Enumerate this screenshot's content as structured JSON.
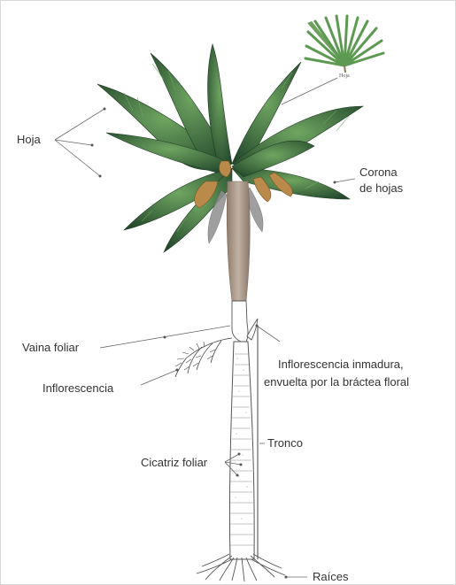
{
  "diagram": {
    "labels": {
      "hoja": "Hoja",
      "hoja_inset": "Hoja",
      "corona_line1": "Corona",
      "corona_line2": "de hojas",
      "vaina_foliar": "Vaina foliar",
      "inflorescencia": "Inflorescencia",
      "inflorescencia_inmadura_line1": "Inflorescencia inmadura,",
      "inflorescencia_inmadura_line2": "envuelta por la bráctea floral",
      "tronco": "Tronco",
      "cicatriz_foliar": "Cicatriz foliar",
      "raices": "Raíces"
    },
    "colors": {
      "leaf_dark": "#2f5a35",
      "leaf_light": "#4f8a4c",
      "frond_brown": "#b98a4a",
      "trunk_upper": "#a89585",
      "trunk_sketch": "#555555",
      "leader_line": "#666666",
      "text": "#333333"
    }
  }
}
